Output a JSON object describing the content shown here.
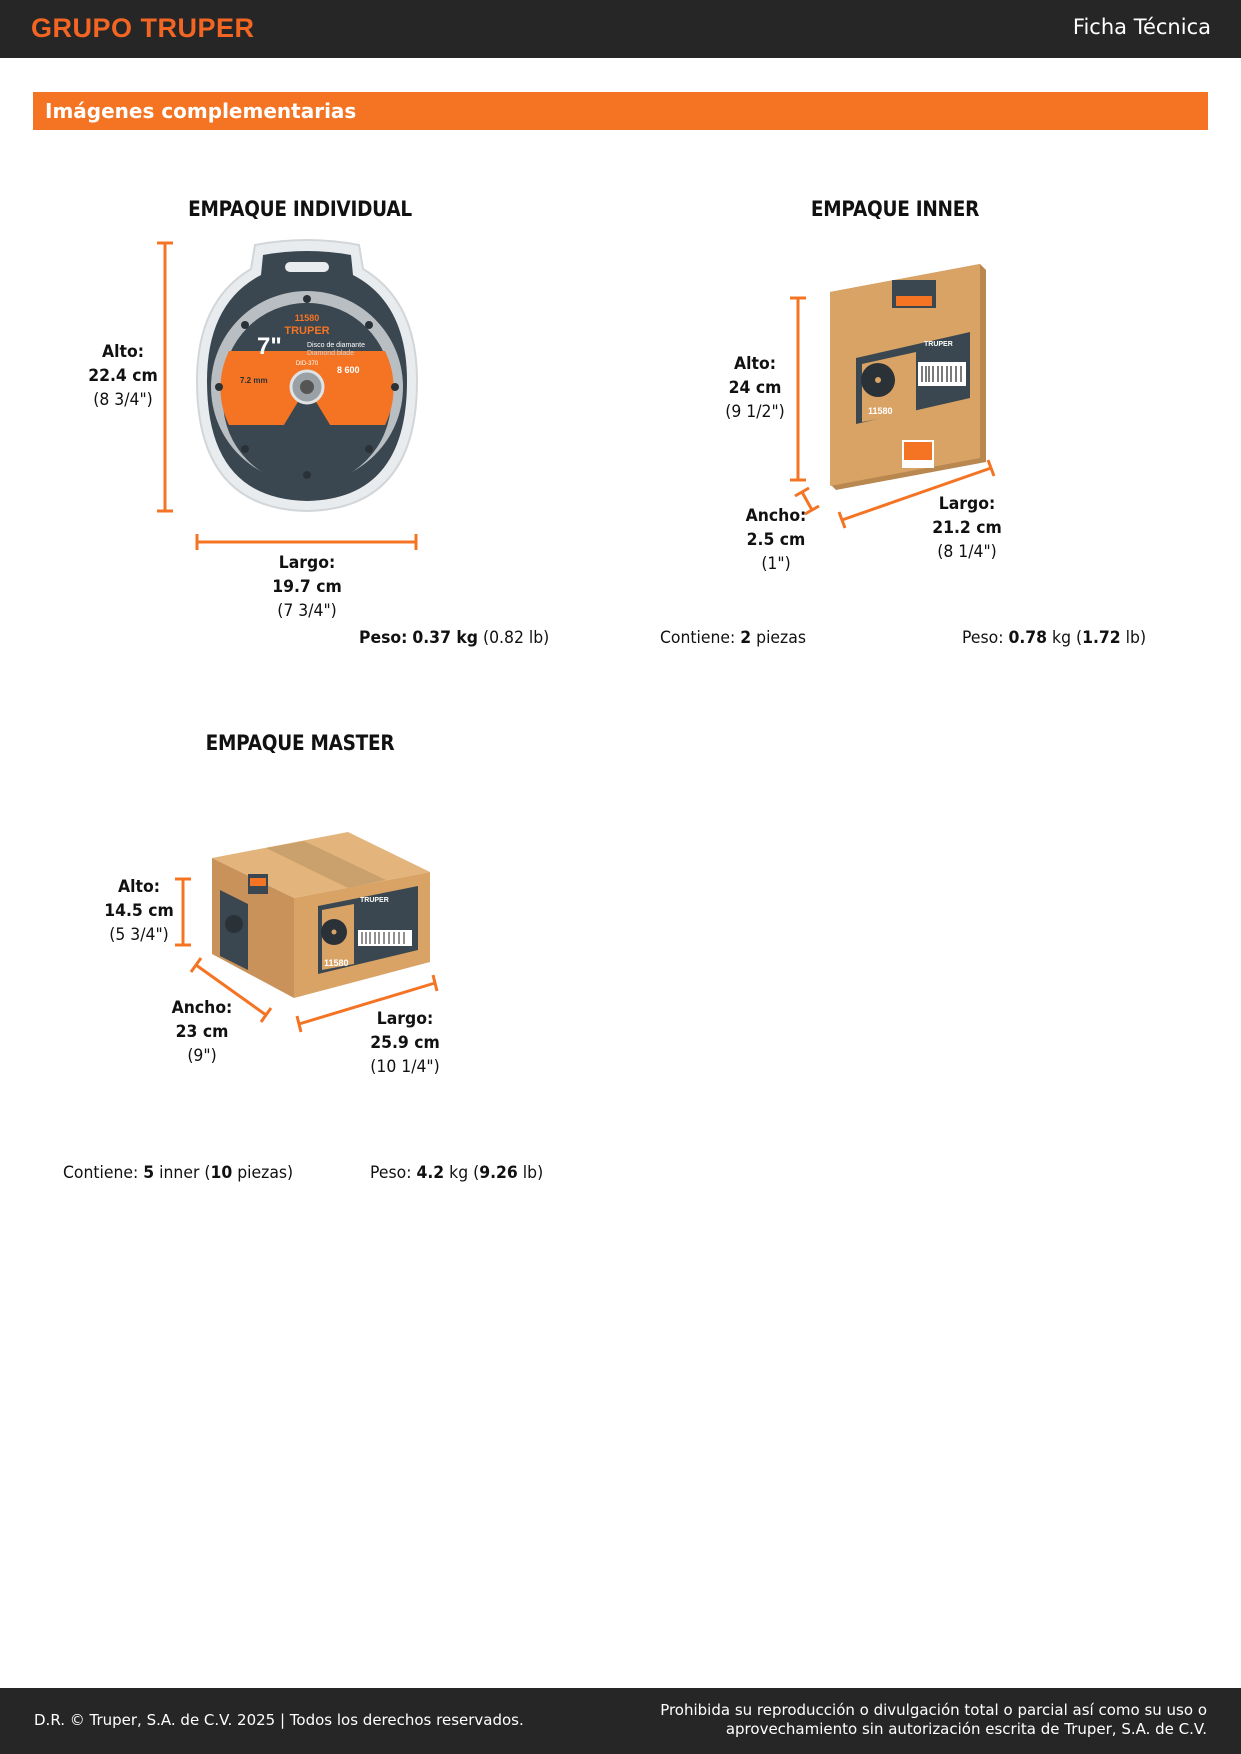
{
  "header": {
    "brand": "GRUPO TRUPER",
    "doc_type": "Ficha Técnica"
  },
  "section": {
    "title": "Imágenes complementarias"
  },
  "individual": {
    "title": "EMPAQUE INDIVIDUAL",
    "alto": {
      "label": "Alto:",
      "metric": "22.4 cm",
      "imperial": "(8 3/4\")"
    },
    "largo": {
      "label": "Largo:",
      "metric": "19.7 cm",
      "imperial": "(7 3/4\")"
    },
    "peso": {
      "label": "Peso:",
      "kg": "0.37 kg",
      "lb": "(0.82 lb)"
    },
    "image": {
      "code": "11580",
      "brand": "TRUPER",
      "size": "7\"",
      "desc_es": "Disco de diamante",
      "desc_en": "Diamond blade",
      "model": "DID-370",
      "thickness": "7.2 mm",
      "rpm": "8 600"
    }
  },
  "inner": {
    "title": "EMPAQUE INNER",
    "alto": {
      "label": "Alto:",
      "metric": "24 cm",
      "imperial": "(9 1/2\")"
    },
    "ancho": {
      "label": "Ancho:",
      "metric": "2.5 cm",
      "imperial": "(1\")"
    },
    "largo": {
      "label": "Largo:",
      "metric": "21.2 cm",
      "imperial": "(8 1/4\")"
    },
    "contiene": {
      "label": "Contiene:",
      "qty": "2",
      "unit": "piezas"
    },
    "peso": {
      "label": "Peso:",
      "kg": "0.78",
      "kg_unit": "kg",
      "lb_open": "(",
      "lb": "1.72",
      "lb_unit": "lb)"
    },
    "image": {
      "code": "11580",
      "brand": "TRUPER"
    }
  },
  "master": {
    "title": "EMPAQUE MASTER",
    "alto": {
      "label": "Alto:",
      "metric": "14.5 cm",
      "imperial": "(5 3/4\")"
    },
    "ancho": {
      "label": "Ancho:",
      "metric": "23 cm",
      "imperial": "(9\")"
    },
    "largo": {
      "label": "Largo:",
      "metric": "25.9 cm",
      "imperial": "(10 1/4\")"
    },
    "contiene": {
      "label": "Contiene:",
      "qty": "5",
      "unit": "inner",
      "paren_open": "(",
      "pieces": "10",
      "pieces_unit": "piezas)"
    },
    "peso": {
      "label": "Peso:",
      "kg": "4.2",
      "kg_unit": "kg",
      "lb_open": "(",
      "lb": "9.26",
      "lb_unit": "lb)"
    },
    "image": {
      "code": "11580",
      "brand": "TRUPER"
    }
  },
  "footer": {
    "copyright": "D.R. © Truper, S.A. de C.V. 2025 | Todos los derechos reservados.",
    "notice_line1": "Prohibida su reproducción o divulgación total o parcial así como su uso o",
    "notice_line2": "aprovechamiento sin autorización escrita de Truper, S.A. de C.V."
  },
  "colors": {
    "header_bg": "#262626",
    "accent": "#f47424",
    "cardboard": "#d9a366",
    "package_dark": "#3a4750"
  }
}
